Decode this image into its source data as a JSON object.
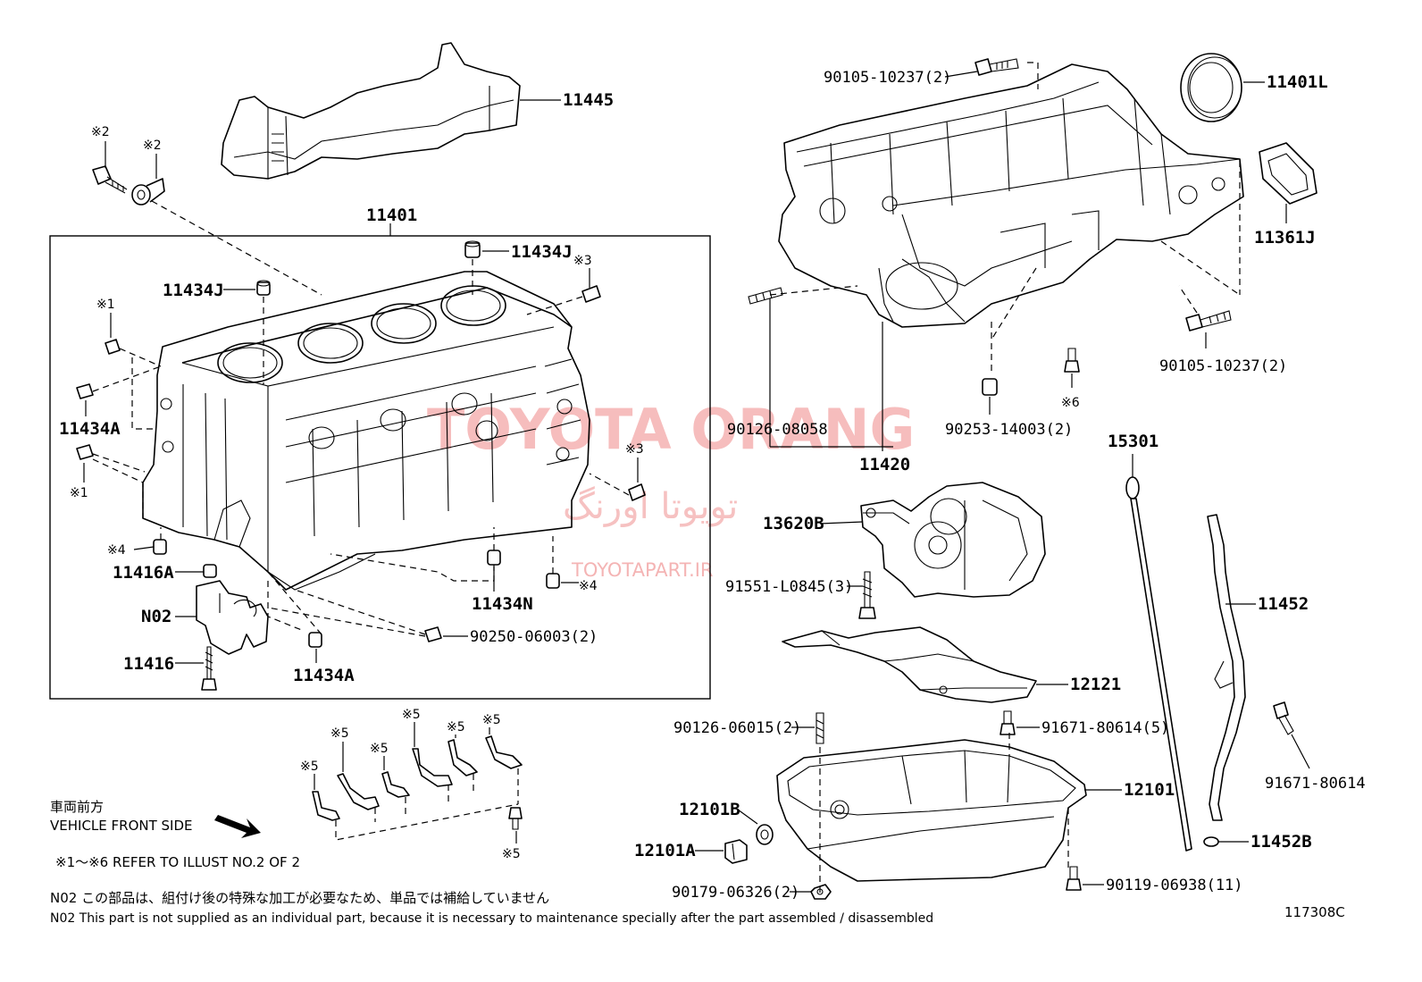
{
  "diagram": {
    "ref_code": "117308C",
    "vehicle_front_jp": "車両前方",
    "vehicle_front_en": "VEHICLE FRONT SIDE",
    "refer_note": "※1～※6 REFER TO ILLUST NO.2 OF 2",
    "n02_jp": "N02  この部品は、組付け後の特殊な加工が必要なため、単品では補給していません",
    "n02_en": "N02  This part is not supplied as an individual part, because it is necessary to maintenance specially after the part assembled / disassembled",
    "watermark": {
      "title": "TOYOTA ORANG",
      "persian": "تویوتا اورنگ",
      "site": "TOYOTAPART.IR"
    }
  },
  "labels": {
    "p11445": "11445",
    "p11401": "11401",
    "p11434J_a": "11434J",
    "p11434J_b": "11434J",
    "p11434A_a": "11434A",
    "p11434A_b": "11434A",
    "p11416A": "11416A",
    "pN02": "N02",
    "p11416": "11416",
    "p11434N": "11434N",
    "p90250": "90250-06003(2)",
    "p90105_a": "90105-10237(2)",
    "p90105_b": "90105-10237(2)",
    "p11401L": "11401L",
    "p11361J": "11361J",
    "p90126_08058": "90126-08058",
    "p11420": "11420",
    "p90253": "90253-14003(2)",
    "p15301": "15301",
    "p13620B": "13620B",
    "p91551": "91551-L0845(3)",
    "p11452": "11452",
    "p12121": "12121",
    "p90126_06015": "90126-06015(2)",
    "p91671_5": "91671-80614(5)",
    "p91671": "91671-80614",
    "p12101": "12101",
    "p12101B": "12101B",
    "p12101A": "12101A",
    "p11452B": "11452B",
    "p90179": "90179-06326(2)",
    "p90119": "90119-06938(11)"
  },
  "refs": {
    "r2a": "※2",
    "r2b": "※2",
    "r3a": "※3",
    "r3b": "※3",
    "r1a": "※1",
    "r1b": "※1",
    "r4a": "※4",
    "r4b": "※4",
    "r6": "※6",
    "r5a": "※5",
    "r5b": "※5",
    "r5c": "※5",
    "r5d": "※5",
    "r5e": "※5",
    "r5f": "※5",
    "r5g": "※5"
  }
}
